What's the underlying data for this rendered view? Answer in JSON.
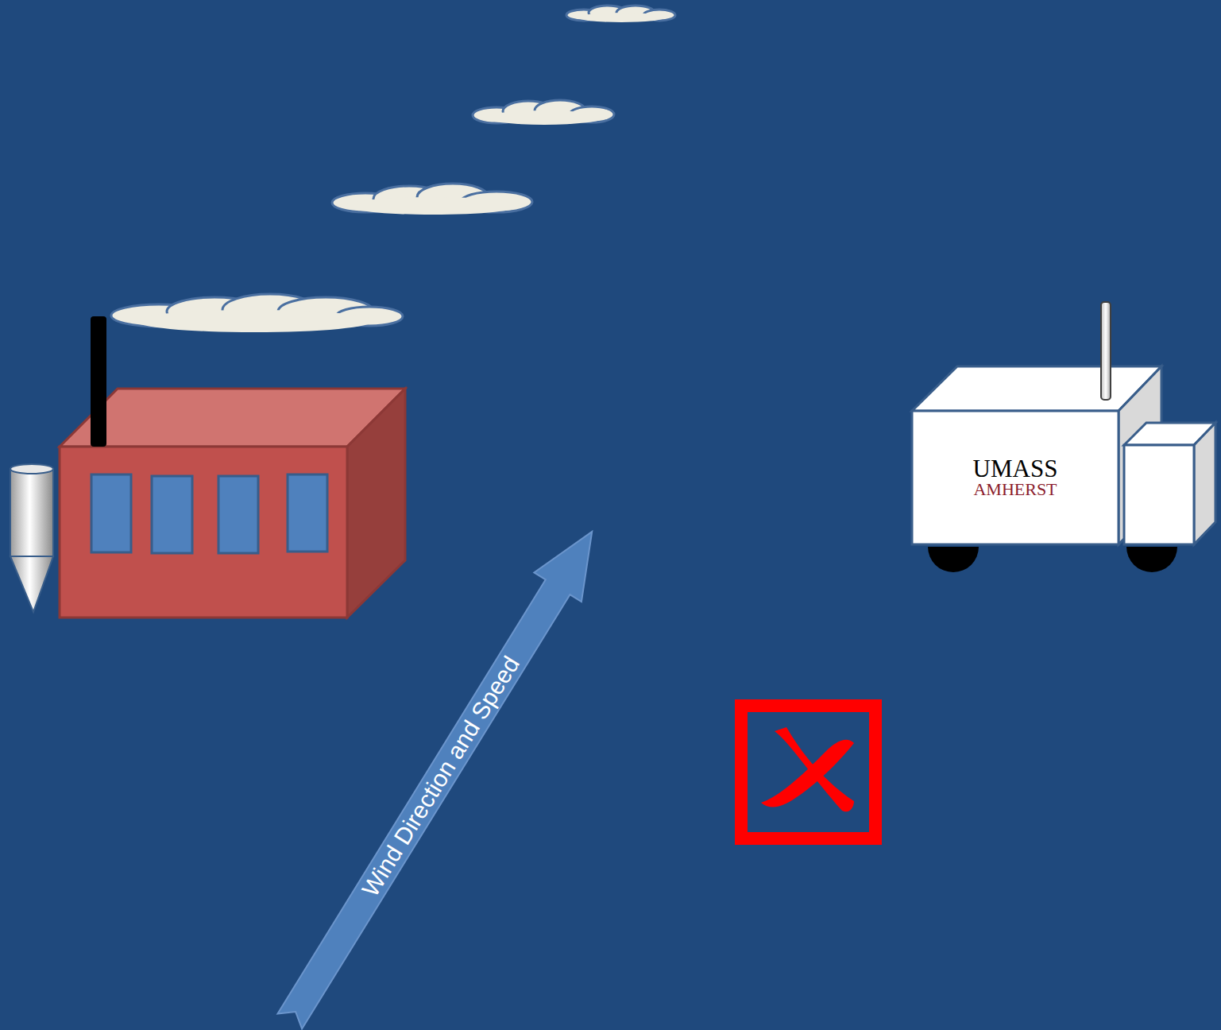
{
  "diagram": {
    "nodes": [
      {
        "text": [
          "UMASS",
          "AMHERST"
        ]
      },
      {
        "text": [
          "Wind Direction and Speed"
        ]
      }
    ]
  }
}
